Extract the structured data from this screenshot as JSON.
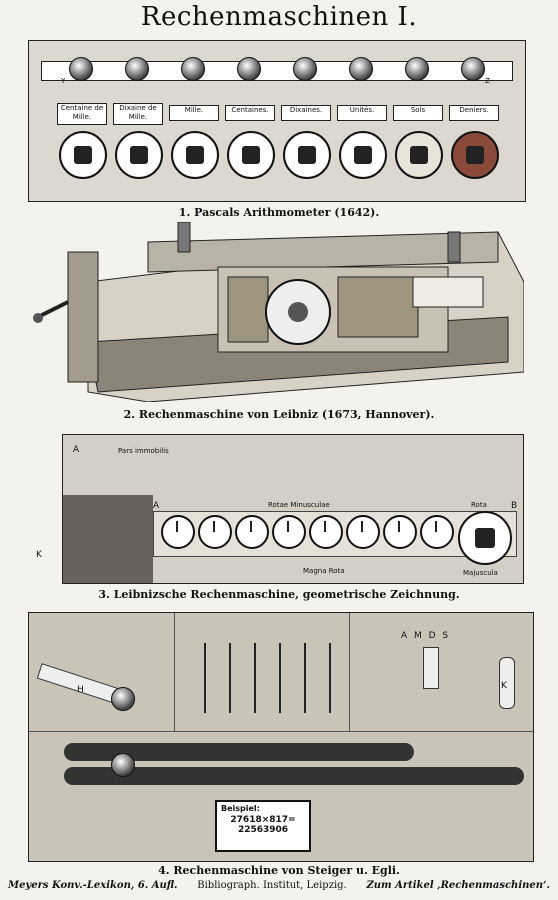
{
  "title": "Rechenmaschinen I.",
  "figures": {
    "fig1": {
      "caption": "1. Pascals Arithmometer (1642).",
      "labels": [
        "Centaine de Mille.",
        "Dixaine de Mille.",
        "Mille.",
        "Centaines.",
        "Dixaines.",
        "Unités.",
        "Sols",
        "Deniers."
      ],
      "markers": [
        "Y",
        "Z"
      ]
    },
    "fig2": {
      "caption": "2. Rechenmaschine von Leibniz (1673, Hannover)."
    },
    "fig3": {
      "caption": "3. Leibnizsche Rechenmaschine, geometrische Zeichnung.",
      "labels": {
        "top": "Pars immobilis",
        "middle": "Rotae Minusculae",
        "bottom": "Magna Rota",
        "right": "Rota",
        "majuscula": "Majuscula",
        "a1": "A",
        "a2": "A",
        "b": "B",
        "k": "K"
      }
    },
    "fig4": {
      "caption": "4. Rechenmaschine von Steiger u. Egli.",
      "letters": "A M D S",
      "handle_h": "H",
      "handle_k": "K",
      "example_title": "Beispiel:",
      "example_expr": "27618×817=",
      "example_result": "22563906"
    }
  },
  "footer": {
    "left": "Meyers Konv.-Lexikon, 6. Aufl.",
    "center": "Bibliograph. Institut, Leipzig.",
    "right": "Zum Artikel ‚Rechenmaschinen‘."
  }
}
